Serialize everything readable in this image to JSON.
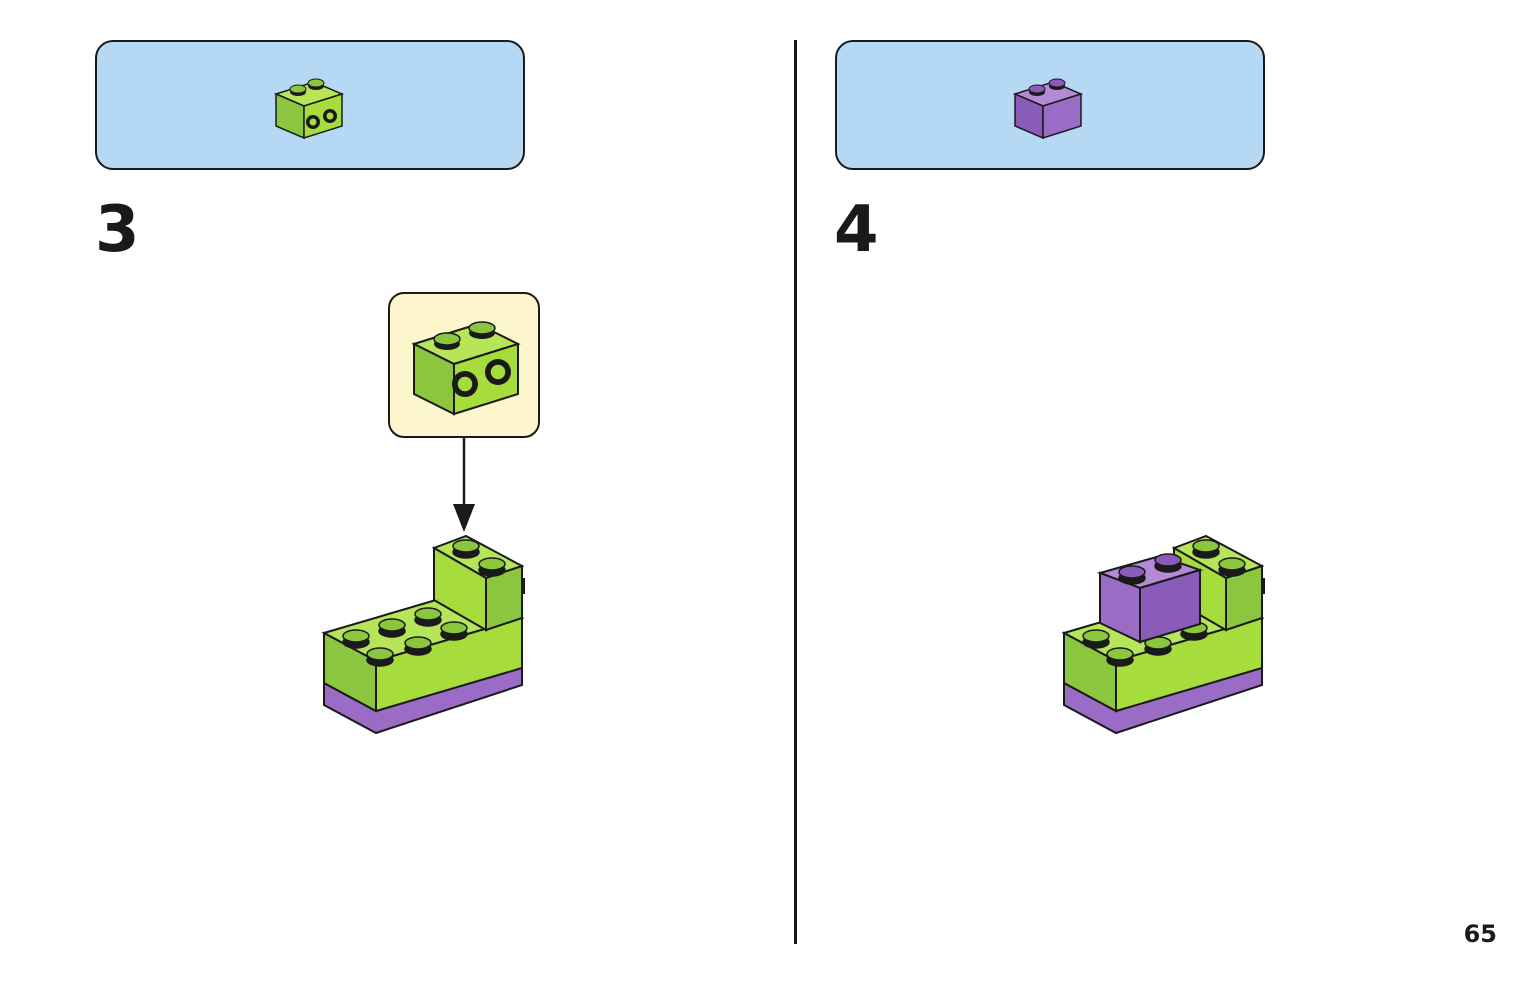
{
  "steps": [
    {
      "number": "3",
      "part_color": "#a6dd3c",
      "part_icon": "lime-brick-1x2-side-studs-icon"
    },
    {
      "number": "4",
      "part_color": "#9b6cc6",
      "part_icon": "purple-brick-1x2-icon"
    }
  ],
  "page_number": "65",
  "colors": {
    "lime": "#a6dd3c",
    "lime_dark": "#7db31f",
    "purple": "#9b6cc6",
    "parts_box": "#b5d8f5",
    "callout": "#fdf5cc"
  }
}
